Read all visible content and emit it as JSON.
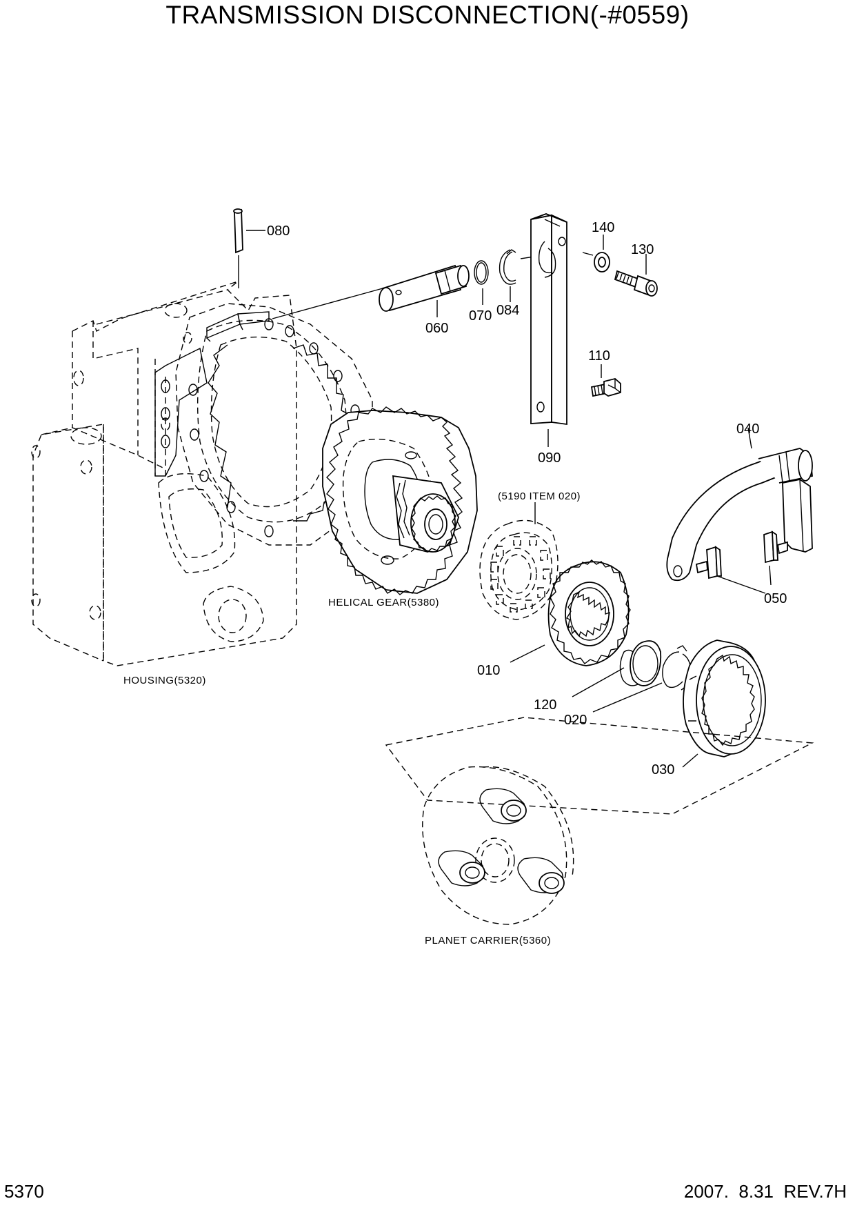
{
  "title": "TRANSMISSION DISCONNECTION(-#0559)",
  "footer": {
    "code": "5370",
    "revision": "2007.  8.31  REV.7H"
  },
  "parts": {
    "p080": "080",
    "p060": "060",
    "p070": "070",
    "p084": "084",
    "p140": "140",
    "p130": "130",
    "p110": "110",
    "p090": "090",
    "p040": "040",
    "p050": "050",
    "p010": "010",
    "p120": "120",
    "p020": "020",
    "p030": "030"
  },
  "captions": {
    "housing": "HOUSING(5320)",
    "helical_gear": "HELICAL GEAR(5380)",
    "bearing_ref": "(5190 ITEM 020)",
    "planet_carrier": "PLANET CARRIER(5360)"
  }
}
